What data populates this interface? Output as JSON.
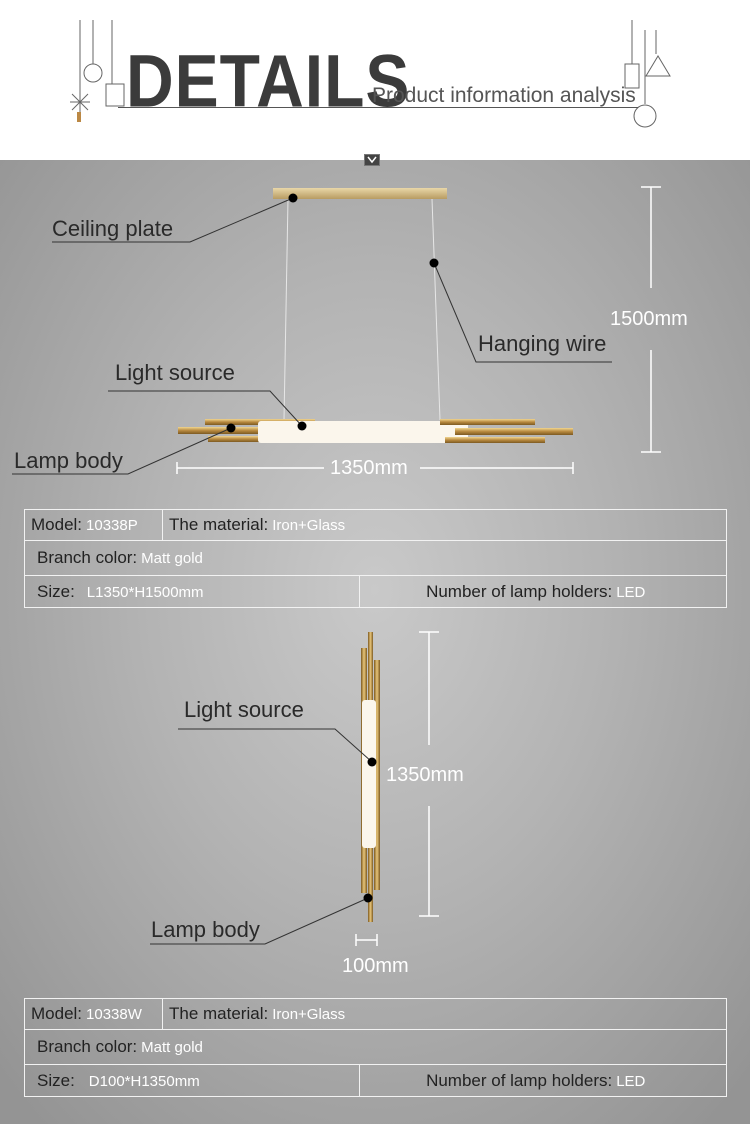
{
  "header": {
    "title": "DETAILS",
    "subtitle": "Product information analysis"
  },
  "product1": {
    "labels": {
      "ceiling_plate": "Ceiling plate",
      "hanging_wire": "Hanging wire",
      "light_source": "Light source",
      "lamp_body": "Lamp body"
    },
    "dims": {
      "height": "1500mm",
      "width": "1350mm"
    },
    "spec": {
      "model_label": "Model:",
      "model_value": "10338P",
      "material_label": "The material:",
      "material_value": "Iron+Glass",
      "color_label": "Branch color:",
      "color_value": "Matt gold",
      "size_label": "Size:",
      "size_value": "L1350*H1500mm",
      "holders_label": "Number of lamp holders:",
      "holders_value": "LED"
    }
  },
  "product2": {
    "labels": {
      "light_source": "Light source",
      "lamp_body": "Lamp body"
    },
    "dims": {
      "height": "1350mm",
      "width": "100mm"
    },
    "spec": {
      "model_label": "Model:",
      "model_value": "10338W",
      "material_label": "The material:",
      "material_value": "Iron+Glass",
      "color_label": "Branch color:",
      "color_value": "Matt gold",
      "size_label": "Size:",
      "size_value": "D100*H1350mm",
      "holders_label": "Number of lamp holders:",
      "holders_value": "LED"
    }
  },
  "colors": {
    "gold": "#c8a35a",
    "gray_bg": "#b0b0b0",
    "title": "#3b3b3b"
  }
}
